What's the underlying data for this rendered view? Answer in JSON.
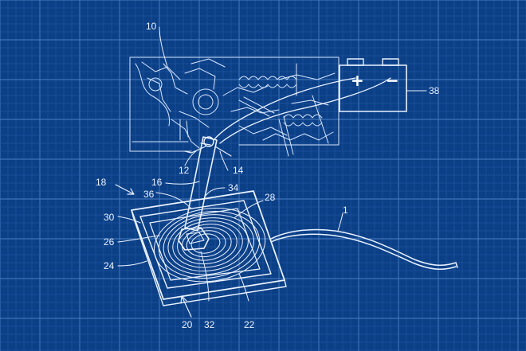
{
  "image": "patent drawing of a wireless charging pad under a motorcycle kickstand on a blueprint grid",
  "colors": {
    "background": "#0b3f86",
    "grid_minor": "#2d63ac",
    "grid_major": "#4a7fc4",
    "ink": "#e9f2ff"
  },
  "battery": {
    "plus_symbol": "+",
    "minus_symbol": "−"
  },
  "labels": {
    "l10": "10",
    "l38": "38",
    "l12": "12",
    "l14": "14",
    "l16": "16",
    "l34": "34",
    "l18": "18",
    "l36": "36",
    "l28": "28",
    "l1": "1",
    "l30": "30",
    "l26": "26",
    "l24": "24",
    "l20": "20",
    "l32": "32",
    "l22": "22"
  }
}
